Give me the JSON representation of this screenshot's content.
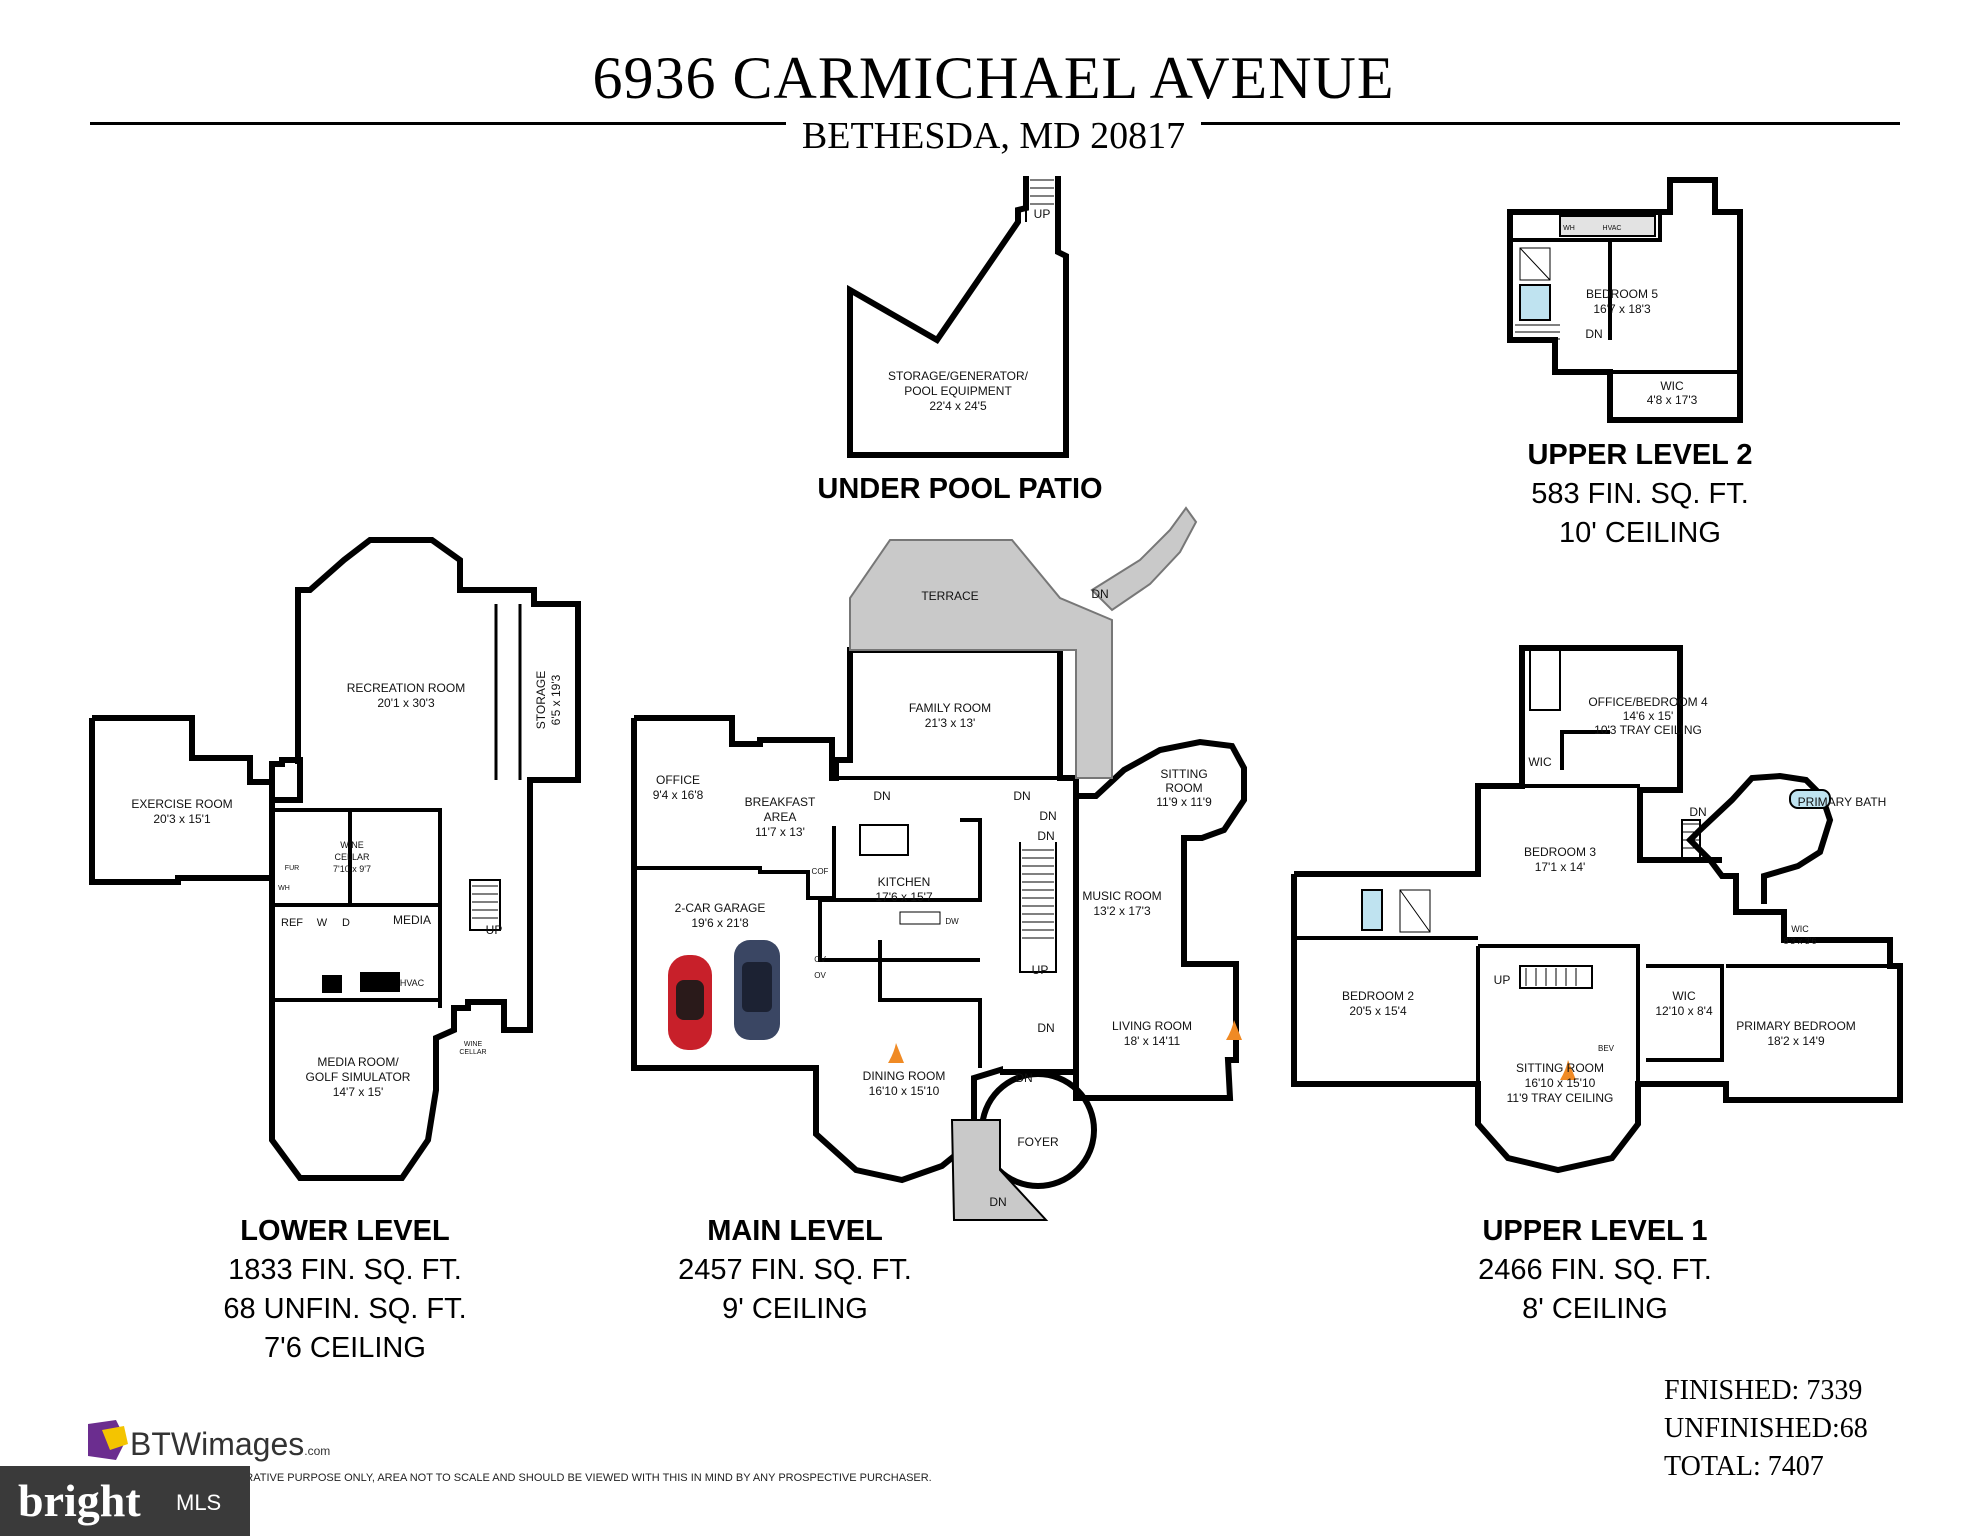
{
  "header": {
    "title": "6936 CARMICHAEL AVENUE",
    "subtitle": "BETHESDA, MD 20817"
  },
  "levels": {
    "lower": {
      "name": "LOWER LEVEL",
      "line1": "1833 FIN. SQ. FT.",
      "line2": "68 UNFIN. SQ. FT.",
      "line3": "7'6 CEILING"
    },
    "main": {
      "name": "MAIN LEVEL",
      "line1": "2457 FIN. SQ. FT.",
      "line2": "9' CEILING"
    },
    "upper1": {
      "name": "UPPER LEVEL 1",
      "line1": "2466 FIN. SQ. FT.",
      "line2": "8' CEILING"
    },
    "upper2": {
      "name": "UPPER LEVEL 2",
      "line1": "583 FIN. SQ. FT.",
      "line2": "10' CEILING"
    },
    "under_pool": {
      "name": "UNDER POOL PATIO"
    }
  },
  "rooms": {
    "storage_gen": [
      "STORAGE/GENERATOR/",
      "POOL EQUIPMENT",
      "22'4 x 24'5"
    ],
    "recreation": [
      "RECREATION ROOM",
      "20'1 x 30'3"
    ],
    "storage": [
      "STORAGE",
      "6'5 x 19'3"
    ],
    "exercise": [
      "EXERCISE ROOM",
      "20'3 x 15'1"
    ],
    "wine_cellar": [
      "WINE",
      "CELLAR",
      "7'10 x 9'7"
    ],
    "media": "MEDIA",
    "hvac": "HVAC",
    "ref": "REF",
    "w": "W",
    "d": "D",
    "fur": "FUR",
    "wh": "WH",
    "wine_cellar_small": [
      "WINE",
      "CELLAR"
    ],
    "media_room": [
      "MEDIA ROOM/",
      "GOLF SIMULATOR",
      "14'7 x 15'"
    ],
    "terrace": "TERRACE",
    "family": [
      "FAMILY ROOM",
      "21'3 x 13'"
    ],
    "office": [
      "OFFICE",
      "9'4 x 16'8"
    ],
    "breakfast": [
      "BREAKFAST",
      "AREA",
      "11'7 x 13'"
    ],
    "kitchen": [
      "KITCHEN",
      "17'6 x 15'7"
    ],
    "garage": [
      "2-CAR GARAGE",
      "19'6 x 21'8"
    ],
    "dining": [
      "DINING ROOM",
      "16'10 x 15'10"
    ],
    "foyer": "FOYER",
    "sitting_main": [
      "SITTING",
      "ROOM",
      "11'9 x 11'9"
    ],
    "music": [
      "MUSIC ROOM",
      "13'2 x 17'3"
    ],
    "living": [
      "LIVING ROOM",
      "18' x 14'11"
    ],
    "cof": "COF",
    "ov": "OV",
    "dw": "DW",
    "bedroom5": [
      "BEDROOM 5",
      "16'7 x 18'3"
    ],
    "wic_u2": [
      "WIC",
      "4'8 x 17'3"
    ],
    "wh_u2": "WH",
    "hvac_u2": "HVAC",
    "office_bed4": [
      "OFFICE/BEDROOM 4",
      "14'6 x 15'",
      "10'3 TRAY CEILING"
    ],
    "wic_a": "WIC",
    "bedroom3": [
      "BEDROOM 3",
      "17'1 x 14'"
    ],
    "primary_bath": "PRIMARY BATH",
    "wic_b": [
      "WIC",
      "8'3 x 3'6"
    ],
    "bedroom2": [
      "BEDROOM 2",
      "20'5 x 15'4"
    ],
    "wic_c": [
      "WIC",
      "12'10 x 8'4"
    ],
    "bev": "BEV",
    "sitting_u1": [
      "SITTING ROOM",
      "16'10 x 15'10",
      "11'9 TRAY CEILING"
    ],
    "primary_bed": [
      "PRIMARY BEDROOM",
      "18'2 x 14'9"
    ]
  },
  "markers": {
    "up": "UP",
    "dn": "DN"
  },
  "totals": {
    "finished_label": "FINISHED:",
    "finished": "7339",
    "unfinished_label": "UNFINISHED:",
    "unfinished": "68",
    "total_label": "TOTAL:",
    "total": "7407"
  },
  "footer": {
    "brand": "BTWimages",
    "brand_suffix": ".com",
    "disclaimer": "ILLUSTRATIVE PURPOSE ONLY, AREA NOT TO SCALE AND SHOULD BE VIEWED WITH THIS IN MIND BY ANY PROSPECTIVE PURCHASER.",
    "bright_logo": "bright",
    "mls": "MLS"
  },
  "colors": {
    "wall": "#000000",
    "terrace": "#c9c9c9",
    "car_red": "#c8202a",
    "car_blue": "#3a4663",
    "fire": "#f08a24",
    "logo_purple": "#6b2d8f",
    "logo_yellow": "#f4c400"
  }
}
